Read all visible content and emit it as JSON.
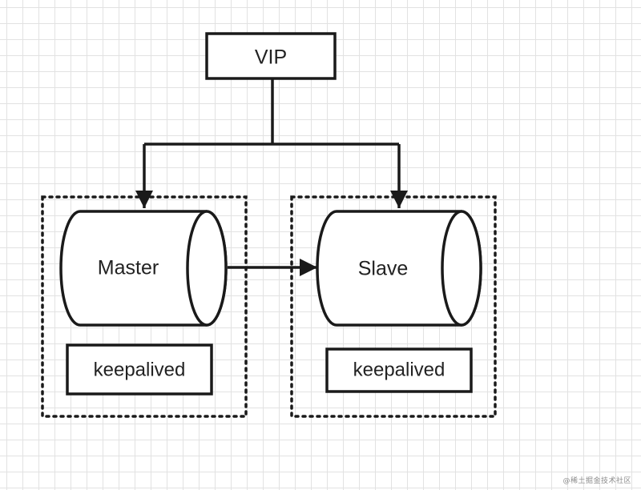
{
  "diagram": {
    "nodes": {
      "vip": {
        "label": "VIP"
      },
      "master": {
        "label": "Master"
      },
      "slave": {
        "label": "Slave"
      },
      "master_keepalived": {
        "label": "keepalived"
      },
      "slave_keepalived": {
        "label": "keepalived"
      }
    },
    "groups": [
      {
        "id": "master-host",
        "members": [
          "master",
          "master_keepalived"
        ]
      },
      {
        "id": "slave-host",
        "members": [
          "slave",
          "slave_keepalived"
        ]
      }
    ],
    "edges": [
      {
        "from": "vip",
        "to": "master"
      },
      {
        "from": "vip",
        "to": "slave"
      },
      {
        "from": "master",
        "to": "slave"
      }
    ]
  },
  "watermark": {
    "text": "@稀土掘金技术社区"
  },
  "colors": {
    "stroke": "#1a1a1a",
    "grid": "#e2e2e2",
    "background": "#ffffff"
  }
}
